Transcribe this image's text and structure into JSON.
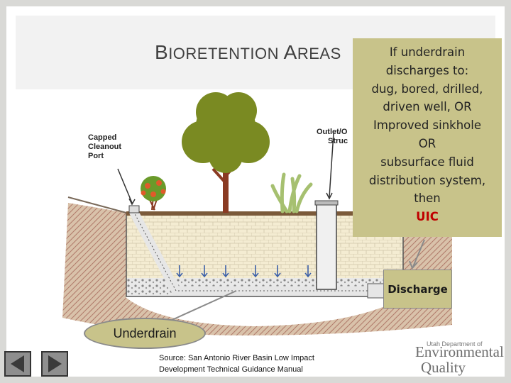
{
  "slide": {
    "title_first_cap": "B",
    "title_first_rest": "IORETENTION",
    "title_second_cap": "A",
    "title_second_rest": "REAS"
  },
  "callout": {
    "lines": [
      "If underdrain",
      "discharges to:",
      "dug, bored, drilled,",
      "driven well, OR",
      "Improved sinkhole",
      "OR",
      "subsurface fluid",
      "distribution system,",
      "then"
    ],
    "highlight": "UIC",
    "highlight_color": "#c00000"
  },
  "diagram": {
    "label_cleanout": [
      "Capped",
      "Cleanout",
      "Port"
    ],
    "label_outlet": [
      "Outlet/O",
      "Struc"
    ]
  },
  "discharge_label": "Discharge",
  "underdrain_label": "Underdrain",
  "source": [
    "Source: San Antonio River Basin Low Impact",
    "Development Technical Guidance Manual"
  ],
  "logo": {
    "small": "Utah Department of",
    "line1": "Environmental",
    "line2": "Quality"
  },
  "nav": {
    "prev_icon": "triangle-left-icon",
    "next_icon": "triangle-right-icon"
  },
  "colors": {
    "callout_fill": "#c8c38a",
    "tree_green": "#7a8a22",
    "soil": "#cdb49a"
  }
}
